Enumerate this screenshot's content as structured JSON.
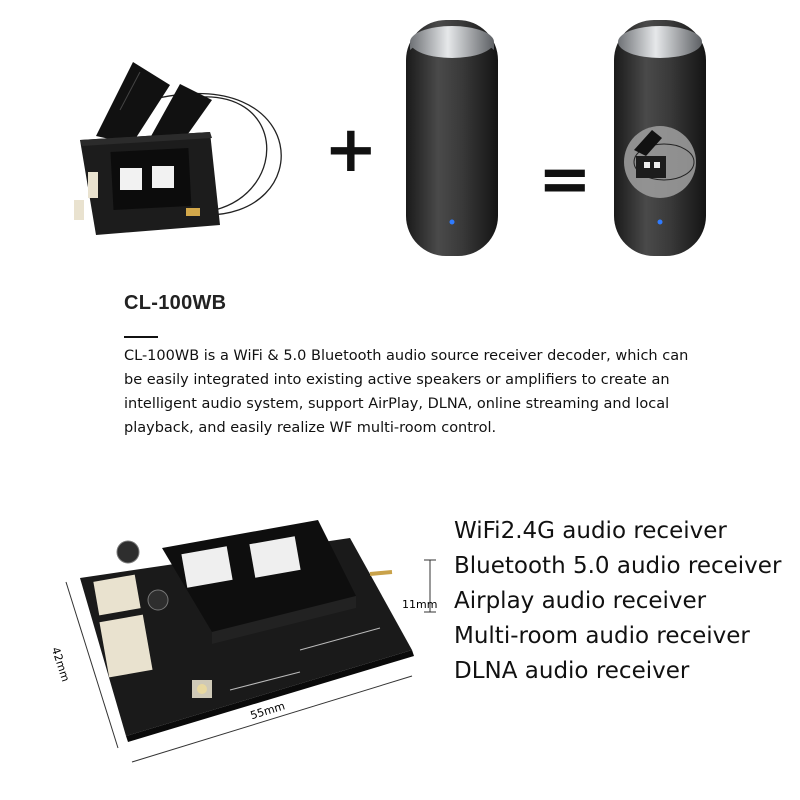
{
  "composition": {
    "plus": "+",
    "equals": "="
  },
  "product": {
    "model": "CL-100WB",
    "description": "CL-100WB is a WiFi & 5.0 Bluetooth audio source receiver decoder, which can be easily integrated into existing active speakers or amplifiers to create an intelligent audio system, support AirPlay, DLNA, online streaming and local playback, and easily realize WF multi-room control."
  },
  "features": [
    "WiFi2.4G audio receiver",
    "Bluetooth 5.0 audio receiver",
    "Airplay audio receiver",
    "Multi-room audio receiver",
    "DLNA audio receiver"
  ],
  "dimensions": {
    "height": "11mm",
    "width": "42mm",
    "length": "55mm"
  },
  "colors": {
    "board": "#1c1c1c",
    "speaker_body": "#3a3a3a",
    "speaker_top": "#b9bcc0",
    "led": "#2f7bff"
  }
}
